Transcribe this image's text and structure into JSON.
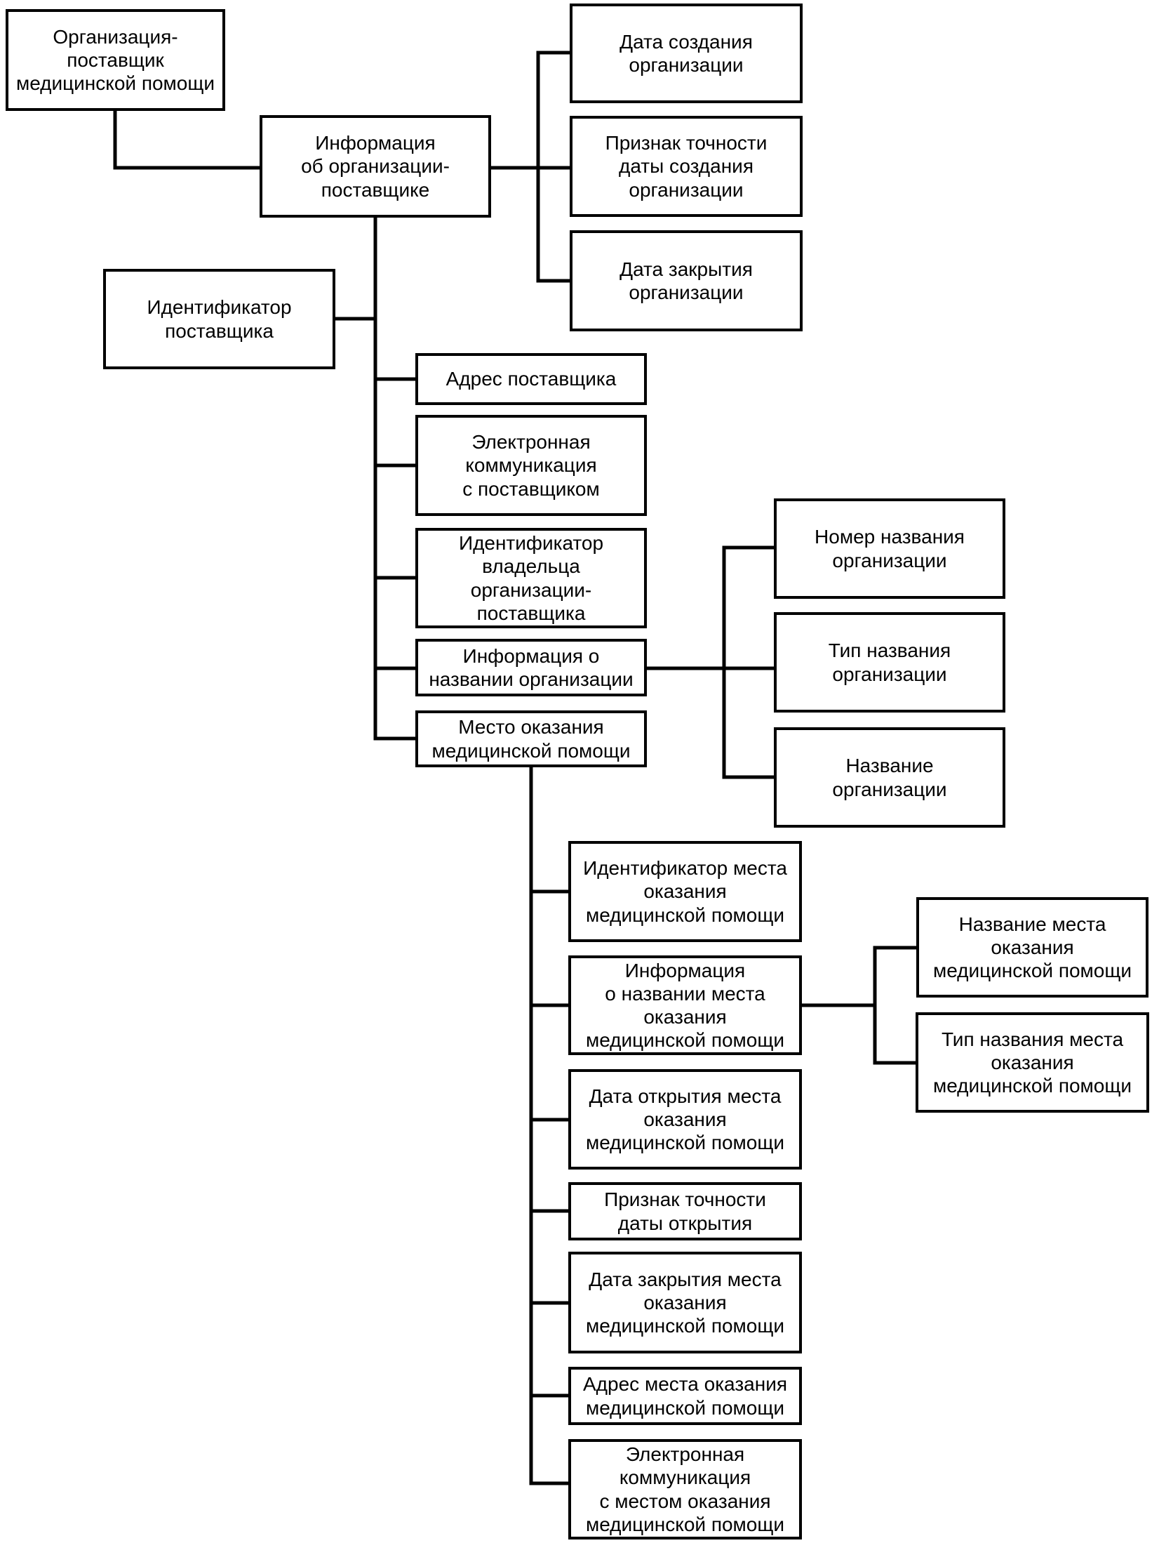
{
  "diagram": {
    "nodes": {
      "org_supplier": {
        "label": "Организация-\nпоставщик\nмедицинской помощи"
      },
      "org_info": {
        "label": "Информация\nоб организации-\nпоставщике"
      },
      "date_created": {
        "label": "Дата создания\nорганизации"
      },
      "date_accuracy": {
        "label": "Признак точности\nдаты создания\nорганизации"
      },
      "date_closed": {
        "label": "Дата закрытия\nорганизации"
      },
      "supplier_id": {
        "label": "Идентификатор\nпоставщика"
      },
      "supplier_address": {
        "label": "Адрес поставщика"
      },
      "supplier_ecomm": {
        "label": "Электронная\nкоммуникация\nс поставщиком"
      },
      "owner_id": {
        "label": "Идентификатор\nвладельца\nорганизации-\nпоставщика"
      },
      "org_name_info": {
        "label": "Информация о\nназвании организации"
      },
      "care_place": {
        "label": "Место оказания\nмедицинской помощи"
      },
      "name_number": {
        "label": "Номер названия\nорганизации"
      },
      "name_type": {
        "label": "Тип названия\nорганизации"
      },
      "org_name": {
        "label": "Название\nорганизации"
      },
      "place_id": {
        "label": "Идентификатор места\nоказания\nмедицинской помощи"
      },
      "place_name_info": {
        "label": "Информация\nо названии места\nоказания\nмедицинской помощи"
      },
      "place_open_date": {
        "label": "Дата открытия места\nоказания\nмедицинской помощи"
      },
      "open_accuracy": {
        "label": "Признак точности\nдаты открытия"
      },
      "place_close_date": {
        "label": "Дата закрытия места\nоказания\nмедицинской помощи"
      },
      "place_address": {
        "label": "Адрес места оказания\nмедицинской помощи"
      },
      "place_ecomm": {
        "label": "Электронная\nкоммуникация\nс местом оказания\nмедицинской помощи"
      },
      "place_name": {
        "label": "Название места\nоказания\nмедицинской помощи"
      },
      "place_name_type": {
        "label": "Тип названия места\nоказания\nмедицинской помощи"
      }
    },
    "edge_color": "#000000"
  }
}
